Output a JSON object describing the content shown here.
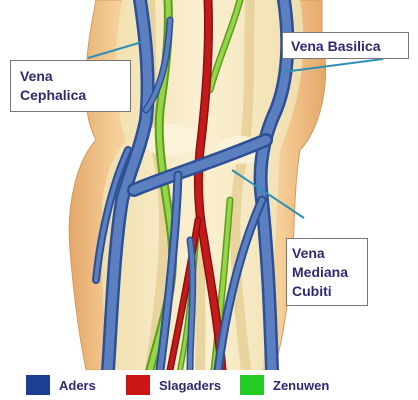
{
  "labels": {
    "cephalica": [
      "Vena",
      "Cephalica"
    ],
    "basilica": "Vena Basilica",
    "mediana": [
      "Vena",
      "Mediana",
      "Cubiti"
    ]
  },
  "legend": [
    {
      "key": "veins",
      "label": "Aders",
      "color": "#1c3f94"
    },
    {
      "key": "arteries",
      "label": "Slagaders",
      "color": "#cc1616"
    },
    {
      "key": "nerves",
      "label": "Zenuwen",
      "color": "#22cc22"
    }
  ],
  "colors": {
    "skin": "#f4c98f",
    "skin_edge": "#e0a868",
    "fascia": "#f7e8b8",
    "muscle": "#e9d7a2",
    "bone": "#fbf3d8",
    "vein": "#5879b8",
    "vein_dark": "#2d4f97",
    "artery": "#b31515",
    "nerve": "#8ccf39",
    "nerve_dark": "#5e9c1e",
    "leader_line": "#2e8fb6"
  }
}
